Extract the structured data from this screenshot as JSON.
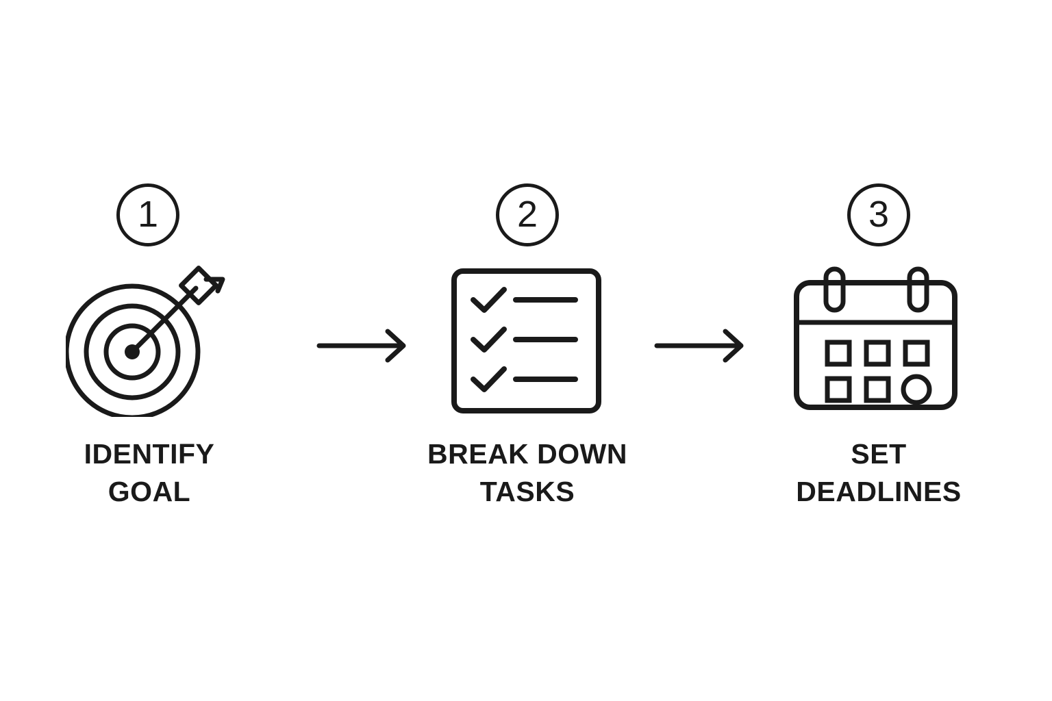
{
  "infographic": {
    "background_color": "#ffffff",
    "stroke_color": "#1a1a1a",
    "steps": [
      {
        "number": "1",
        "icon": "target-with-arrow-icon",
        "caption": "IDENTIFY\nGOAL",
        "caption_line_1": "IDENTIFY",
        "caption_line_2": "GOAL"
      },
      {
        "number": "2",
        "icon": "checklist-icon",
        "caption": "BREAK DOWN\nTASKS",
        "caption_line_1": "BREAK DOWN",
        "caption_line_2": "TASKS"
      },
      {
        "number": "3",
        "icon": "calendar-icon",
        "caption": "SET\nDEADLINES",
        "caption_line_1": "SET",
        "caption_line_2": "DEADLINES"
      }
    ],
    "connectors": [
      {
        "name": "arrow-right-icon",
        "from_step": "1",
        "to_step": "2"
      },
      {
        "name": "arrow-right-icon",
        "from_step": "2",
        "to_step": "3"
      }
    ]
  }
}
